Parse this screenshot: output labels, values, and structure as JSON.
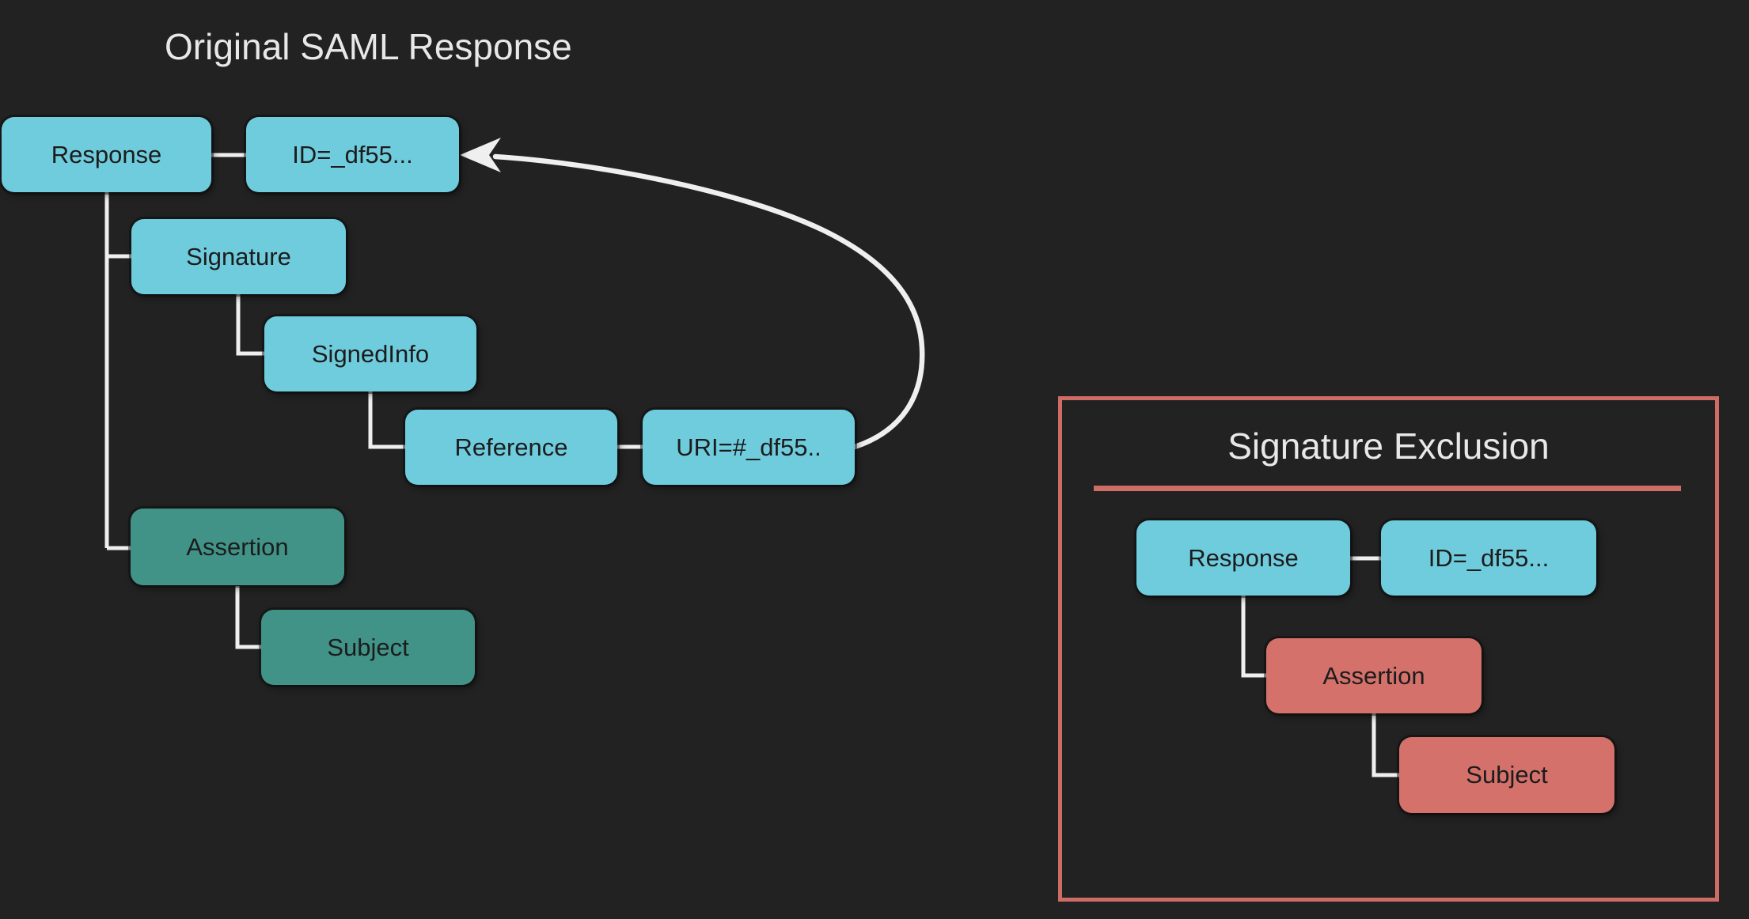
{
  "original_diagram": {
    "title": "Original SAML Response",
    "nodes": [
      {
        "id": "response",
        "label": "Response",
        "kind": "element"
      },
      {
        "id": "id-attr",
        "label": "ID=_df55...",
        "kind": "attribute"
      },
      {
        "id": "signature",
        "label": "Signature",
        "kind": "element"
      },
      {
        "id": "signedinfo",
        "label": "SignedInfo",
        "kind": "element"
      },
      {
        "id": "reference",
        "label": "Reference",
        "kind": "element"
      },
      {
        "id": "uri-attr",
        "label": "URI=#_df55..",
        "kind": "attribute"
      },
      {
        "id": "assertion",
        "label": "Assertion",
        "kind": "assertion"
      },
      {
        "id": "subject",
        "label": "Subject",
        "kind": "assertion"
      }
    ]
  },
  "exclusion_panel": {
    "title": "Signature Exclusion",
    "nodes": [
      {
        "id": "response",
        "label": "Response",
        "kind": "element"
      },
      {
        "id": "id-attr",
        "label": "ID=_df55...",
        "kind": "attribute"
      },
      {
        "id": "assertion",
        "label": "Assertion",
        "kind": "excluded"
      },
      {
        "id": "subject",
        "label": "Subject",
        "kind": "excluded"
      }
    ]
  },
  "colors": {
    "background": "#222222",
    "element_node": "#6fccdd",
    "assertion_node": "#419388",
    "excluded_node": "#d4716b",
    "panel_border": "#cd6d66",
    "connector": "#efefef",
    "title_text": "#e8e8e8",
    "node_text": "#1c1c1c"
  }
}
